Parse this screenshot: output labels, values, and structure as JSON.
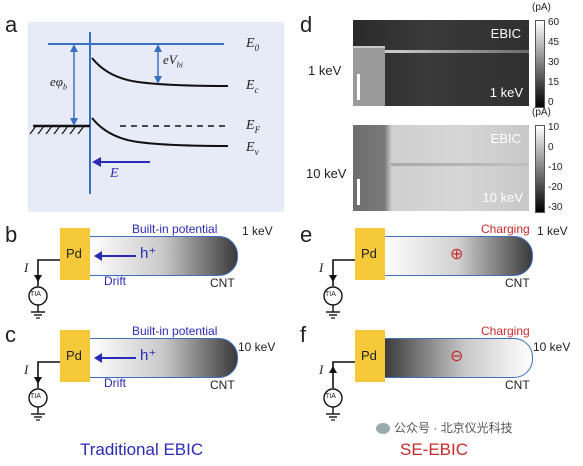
{
  "panels": {
    "a": "a",
    "b": "b",
    "c": "c",
    "d": "d",
    "e": "e",
    "f": "f"
  },
  "band_diagram": {
    "e0": "E",
    "e0_sub": "0",
    "ec": "E",
    "ec_sub": "c",
    "ef": "E",
    "ef_sub": "F",
    "ev": "E",
    "ev_sub": "v",
    "evbi": "eV",
    "evbi_sub": "bi",
    "ephi": "eφ",
    "ephi_sub": "b",
    "field": "E"
  },
  "ebic_images": {
    "top": {
      "energy": "1 keV",
      "label": "EBIC",
      "overlay_energy": "1 keV",
      "colorbar_unit": "(pA)",
      "ticks": [
        "60",
        "45",
        "30",
        "15",
        "0"
      ]
    },
    "bottom": {
      "energy": "10 keV",
      "label": "EBIC",
      "overlay_energy": "10 keV",
      "colorbar_unit": "(pA)",
      "ticks": [
        "10",
        "0",
        "-10",
        "-20",
        "-30"
      ]
    }
  },
  "schematics": {
    "b": {
      "contact": "Pd",
      "carrier": "h⁺",
      "arrow_label": "Drift",
      "top_label": "Built-in potential",
      "energy": "1 keV",
      "tube": "CNT",
      "current": "I",
      "meter": "TIA"
    },
    "c": {
      "contact": "Pd",
      "carrier": "h⁺",
      "arrow_label": "Drift",
      "top_label": "Built-in potential",
      "energy": "10 keV",
      "tube": "CNT",
      "current": "I",
      "meter": "TIA"
    },
    "e": {
      "contact": "Pd",
      "charge": "⊕",
      "top_label": "Charging",
      "energy": "1 keV",
      "tube": "CNT",
      "current": "I",
      "meter": "TIA"
    },
    "f": {
      "contact": "Pd",
      "charge": "⊖",
      "top_label": "Charging",
      "energy": "10 keV",
      "tube": "CNT",
      "current": "I",
      "meter": "TIA"
    }
  },
  "footer": {
    "left": "Traditional EBIC",
    "right": "SE-EBIC",
    "watermark": "公众号 · 北京仪光科技"
  },
  "colors": {
    "blue_text": "#2b2bb8",
    "red_text": "#c72a2a",
    "pd_fill": "#f5c93a",
    "band_bg": "#e6ebf7",
    "blue_line": "#3a6fc4"
  }
}
